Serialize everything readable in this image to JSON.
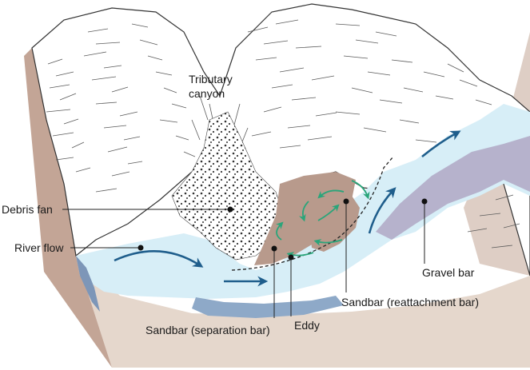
{
  "labels": {
    "tributary_canyon_line1": "Tributary",
    "tributary_canyon_line2": "canyon",
    "debris_fan": "Debris fan",
    "river_flow": "River flow",
    "sandbar_separation": "Sandbar (separation bar)",
    "eddy": "Eddy",
    "sandbar_reattachment": "Sandbar (reattachment bar)",
    "gravel_bar": "Gravel bar"
  },
  "colors": {
    "water": "#d7eef7",
    "water_deep": "#8ea9c8",
    "sandbar": "#b89a8c",
    "gravel_bar": "#b6b2cc",
    "block_side": "#e5d7cc",
    "block_face": "#c3a596",
    "flow_arrow": "#1f5e8c",
    "eddy_arrow": "#2aa57a"
  }
}
